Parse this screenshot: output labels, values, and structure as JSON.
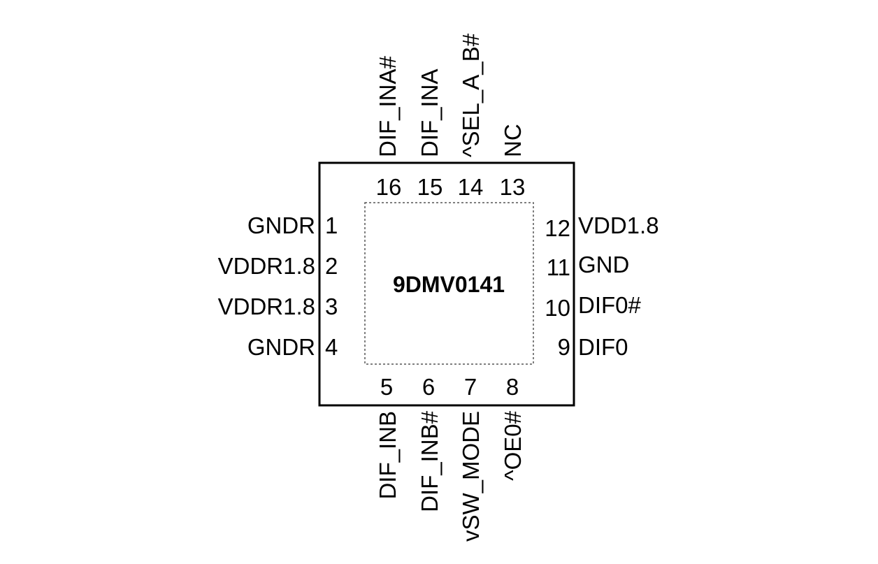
{
  "chip": {
    "name": "9DMV0141",
    "colors": {
      "line": "#000000",
      "pad_dash": "#555555",
      "background": "#ffffff"
    }
  },
  "pins": {
    "left": [
      {
        "num": "1",
        "name": "GNDR"
      },
      {
        "num": "2",
        "name": "VDDR1.8"
      },
      {
        "num": "3",
        "name": "VDDR1.8"
      },
      {
        "num": "4",
        "name": "GNDR"
      }
    ],
    "bottom": [
      {
        "num": "5",
        "name": "DIF_INB"
      },
      {
        "num": "6",
        "name": "DIF_INB#"
      },
      {
        "num": "7",
        "name": "vSW_MODE"
      },
      {
        "num": "8",
        "name": "^OE0#"
      }
    ],
    "right": [
      {
        "num": "9",
        "name": "DIF0"
      },
      {
        "num": "10",
        "name": "DIF0#"
      },
      {
        "num": "11",
        "name": "GND"
      },
      {
        "num": "12",
        "name": "VDD1.8"
      }
    ],
    "top": [
      {
        "num": "13",
        "name": "NC"
      },
      {
        "num": "14",
        "name": "^SEL_A_B#"
      },
      {
        "num": "15",
        "name": "DIF_INA"
      },
      {
        "num": "16",
        "name": "DIF_INA#"
      }
    ]
  }
}
